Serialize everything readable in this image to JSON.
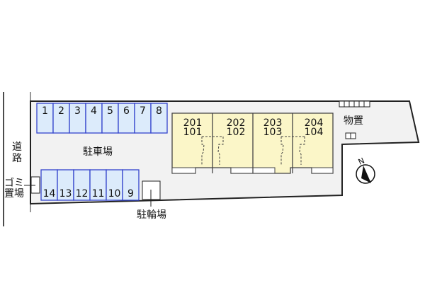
{
  "road_label": [
    "道",
    "路"
  ],
  "parking_label": "駐車場",
  "bicycle_label": "駐輪場",
  "garbage_label": [
    "ゴミ",
    "置場"
  ],
  "storage_label": "物置",
  "north_label": "N",
  "parking_top": [
    "1",
    "2",
    "3",
    "4",
    "5",
    "6",
    "7",
    "8"
  ],
  "parking_bottom": [
    "14",
    "13",
    "12",
    "11",
    "10",
    "9"
  ],
  "units": [
    {
      "upper": "201",
      "lower": "101"
    },
    {
      "upper": "202",
      "lower": "102"
    },
    {
      "upper": "203",
      "lower": "103"
    },
    {
      "upper": "204",
      "lower": "104"
    }
  ],
  "colors": {
    "lot": "#f2f2f2",
    "parking_fill": "#dcebfb",
    "parking_stroke": "#3344cc",
    "building_fill": "#fbf6c8",
    "line": "#222222"
  }
}
